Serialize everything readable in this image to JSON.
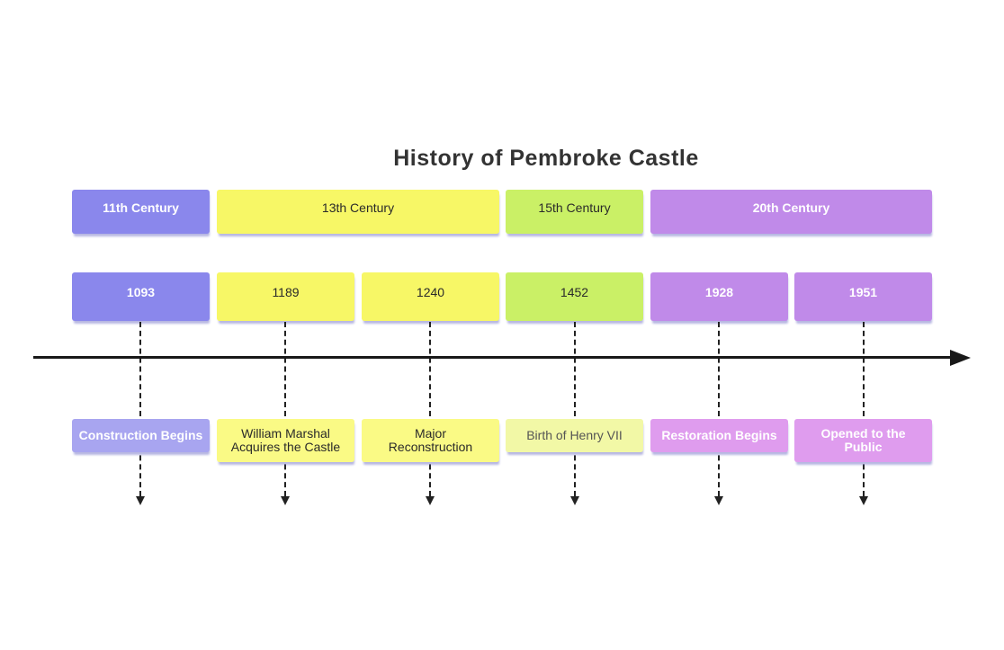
{
  "title": "History of Pembroke Castle",
  "sections": [
    {
      "label": "11th Century"
    },
    {
      "label": "13th Century"
    },
    {
      "label": "15th Century"
    },
    {
      "label": "20th Century"
    }
  ],
  "periods": [
    {
      "year": "1093",
      "event": "Construction Begins"
    },
    {
      "year": "1189",
      "event": "William Marshal\nAcquires the Castle"
    },
    {
      "year": "1240",
      "event": "Major\nReconstruction"
    },
    {
      "year": "1452",
      "event": "Birth of Henry VII"
    },
    {
      "year": "1928",
      "event": "Restoration Begins"
    },
    {
      "year": "1951",
      "event": "Opened to the\nPublic"
    }
  ],
  "palette": {
    "section_blue": "#8a87ec",
    "section_yellow": "#f7f766",
    "section_green": "#caf066",
    "section_purple": "#c08ae9",
    "event_blue": "#a8a5f0",
    "event_yellow": "#fafa85",
    "event_green": "#f2f8a6",
    "event_purple": "#df9cee",
    "shadow": "#b3b3dd",
    "axis_line": "#191919",
    "connector_line": "#222222",
    "title_text": "#333333",
    "light_text": "#ffffff",
    "dark_text": "#2a2a2a"
  }
}
